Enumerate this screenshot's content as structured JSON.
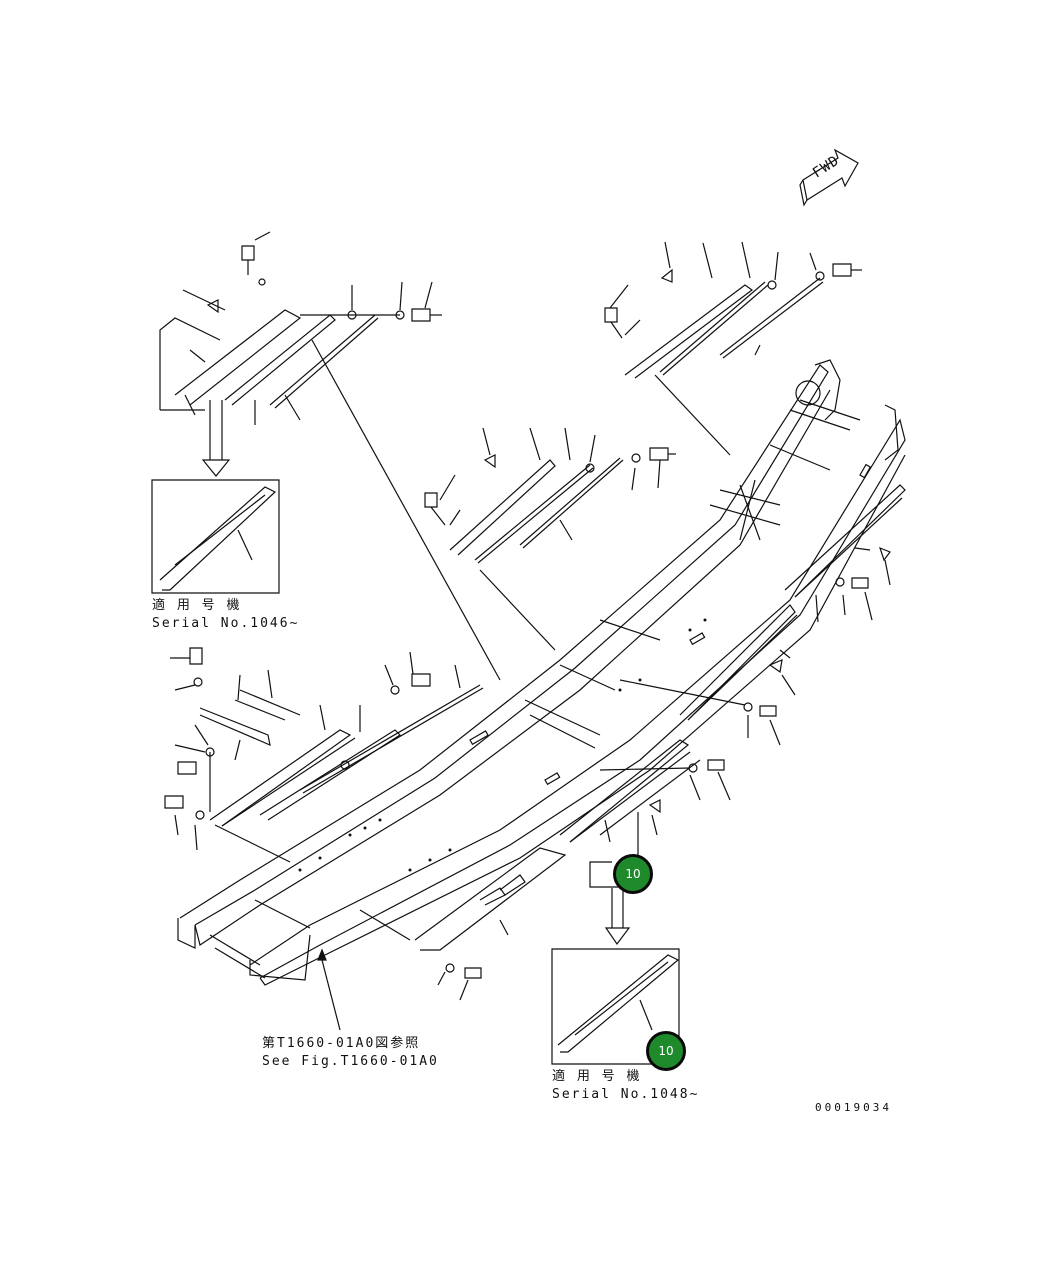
{
  "fwd_indicator": {
    "label": "FWD",
    "icon": "forward-arrow-icon"
  },
  "insets": [
    {
      "jp": "適 用 号 機",
      "en": "Serial No.1046~"
    },
    {
      "jp": "適 用 号 機",
      "en": "Serial No.1048~"
    }
  ],
  "reference": {
    "jp": "第T1660-01A0図参照",
    "en": "See Fig.T1660-01A0"
  },
  "callouts": [
    {
      "label": "10"
    },
    {
      "label": "10"
    }
  ],
  "drawing_number": "00019034",
  "colors": {
    "callout_fill": "#1f8a2c",
    "callout_border": "#0a0a0a",
    "line": "#111111"
  }
}
